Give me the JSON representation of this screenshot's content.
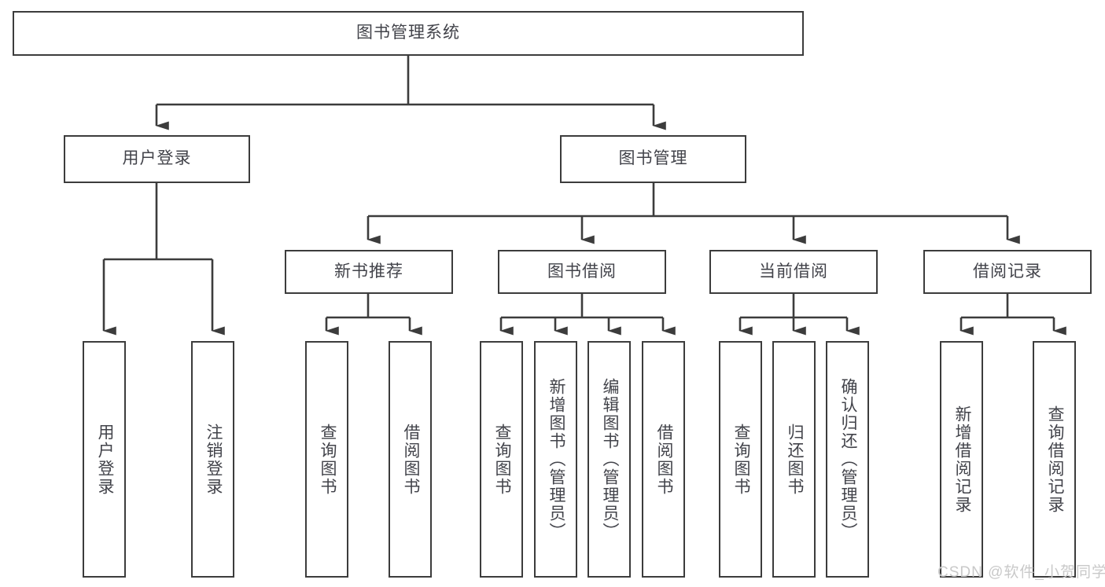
{
  "diagram": {
    "title": "图书管理系统",
    "type": "tree-hierarchy-diagram",
    "colors": {
      "background": "#ffffff",
      "box_border": "#3c3c3c",
      "box_fill": "#ffffff",
      "text": "#42434a",
      "connector": "#3c3c3c",
      "watermark": "#c9c9c9"
    },
    "root": {
      "label": "图书管理系统"
    },
    "level2": [
      {
        "label": "用户登录"
      },
      {
        "label": "图书管理"
      }
    ],
    "level3": [
      {
        "label": "新书推荐"
      },
      {
        "label": "图书借阅"
      },
      {
        "label": "当前借阅"
      },
      {
        "label": "借阅记录"
      }
    ],
    "leaves": {
      "user_login": [
        {
          "label": "用户登录"
        },
        {
          "label": "注销登录"
        }
      ],
      "new_book_recommend": [
        {
          "label": "查询图书"
        },
        {
          "label": "借阅图书"
        }
      ],
      "book_borrow": [
        {
          "label": "查询图书"
        },
        {
          "label": "新增图书（管理员）"
        },
        {
          "label": "编辑图书（管理员）"
        },
        {
          "label": "借阅图书"
        }
      ],
      "current_borrow": [
        {
          "label": "查询图书"
        },
        {
          "label": "归还图书"
        },
        {
          "label": "确认归还（管理员）"
        }
      ],
      "borrow_record": [
        {
          "label": "新增借阅记录"
        },
        {
          "label": "查询借阅记录"
        }
      ]
    }
  },
  "watermark": {
    "text": "CSDN @软件_小贺同学"
  }
}
